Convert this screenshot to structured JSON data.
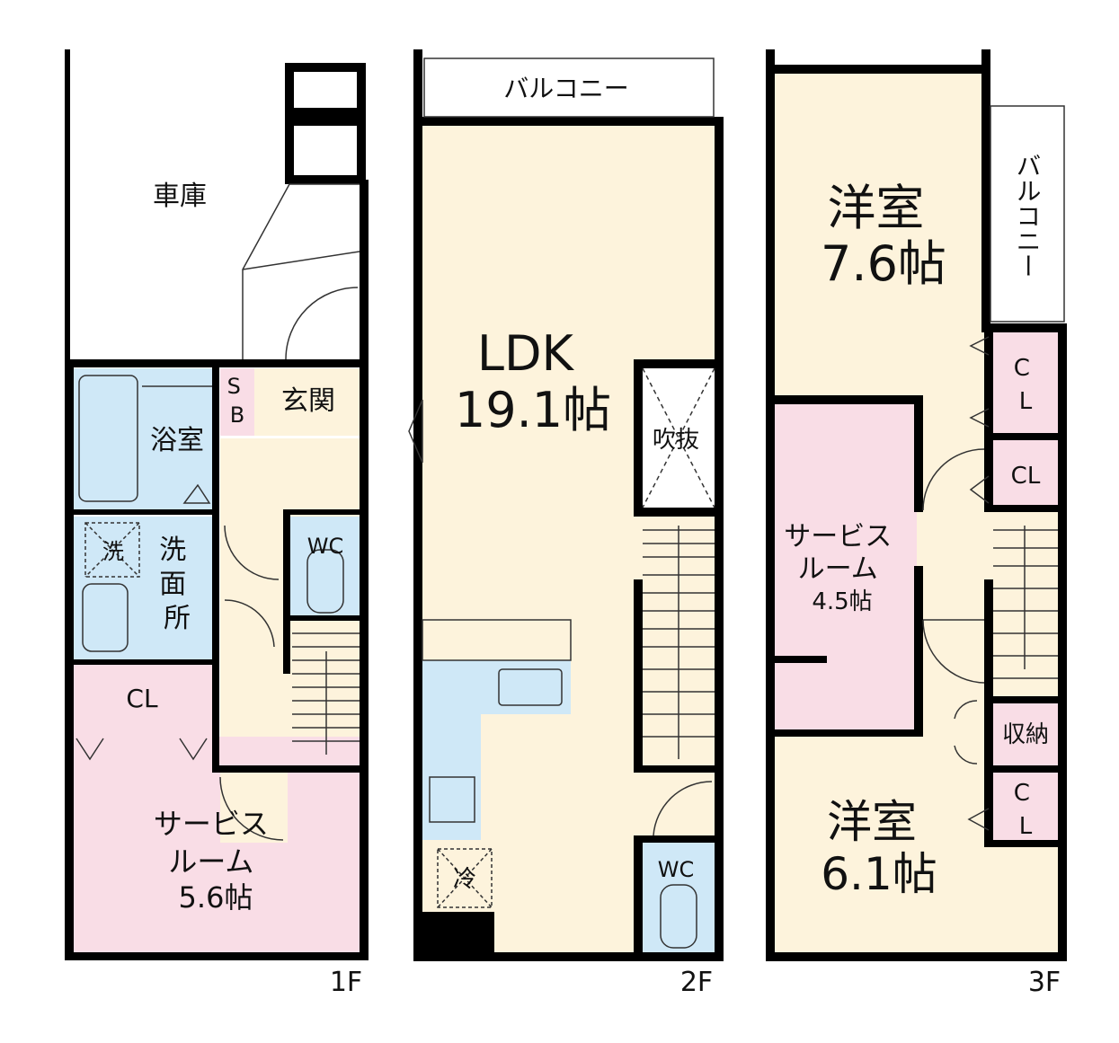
{
  "floors": [
    {
      "level": "1F",
      "rooms": {
        "garage": "車庫",
        "bath": "浴室",
        "washer": "洗",
        "washroom": "洗\n面\n所",
        "sb": "S\nB",
        "entrance": "玄関",
        "wc": "WC",
        "closet": "CL",
        "service_room": "サービス\nルーム\n5.6帖"
      }
    },
    {
      "level": "2F",
      "rooms": {
        "balcony": "バルコニー",
        "ldk": "LDK\n19.1帖",
        "void": "吹抜",
        "fridge": "冷",
        "wc": "WC"
      }
    },
    {
      "level": "3F",
      "rooms": {
        "western_room_1": "洋室\n7.6帖",
        "balcony": "バルコニー",
        "closet_1": "C\nL",
        "closet_2": "CL",
        "service_room": "サービス\nルーム\n4.5帖",
        "storage": "収納",
        "closet_3": "C\nL",
        "western_room_2": "洋室\n6.1帖"
      }
    }
  ],
  "colors": {
    "wet_area": "#cfe8f7",
    "closet_pink": "#f9dde6",
    "room_cream": "#fdf3dc",
    "wall": "#000000"
  }
}
